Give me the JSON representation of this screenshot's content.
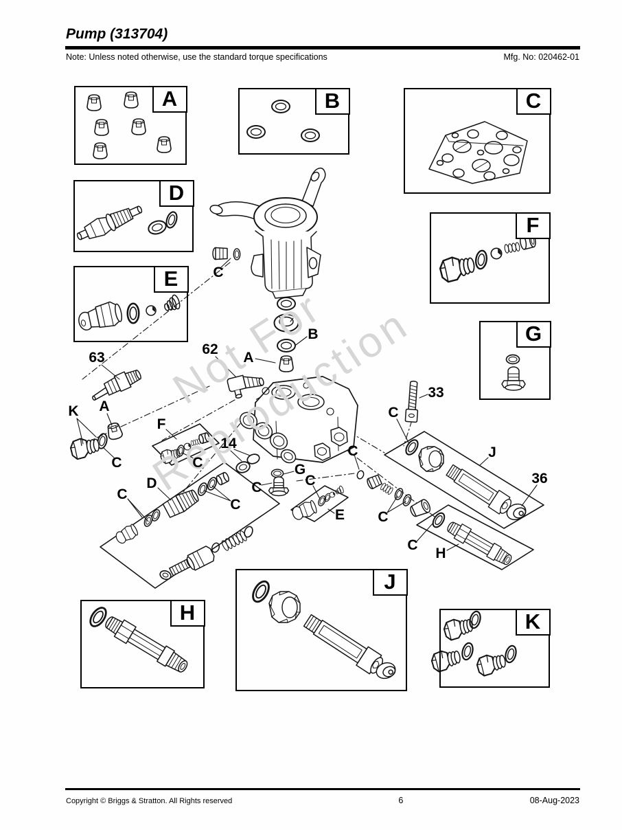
{
  "header": {
    "title": "Pump (313704)",
    "note": "Note: Unless noted otherwise, use the standard torque specifications",
    "mfg": "Mfg. No: 020462-01"
  },
  "watermark": {
    "line1": "Not For",
    "line2": "Reproduction"
  },
  "detail_boxes": [
    "A",
    "B",
    "C",
    "D",
    "E",
    "F",
    "G",
    "H",
    "J",
    "K"
  ],
  "callouts": [
    "C",
    "B",
    "A",
    "63",
    "62",
    "K",
    "A",
    "C",
    "F",
    "C",
    "14",
    "D",
    "C",
    "C",
    "G",
    "C",
    "C",
    "E",
    "C",
    "C",
    "C",
    "33",
    "J",
    "36",
    "C",
    "H"
  ],
  "footer": {
    "copyright": "Copyright ©  Briggs & Stratton. All Rights reserved",
    "page_number": "6",
    "date": "08-Aug-2023"
  }
}
